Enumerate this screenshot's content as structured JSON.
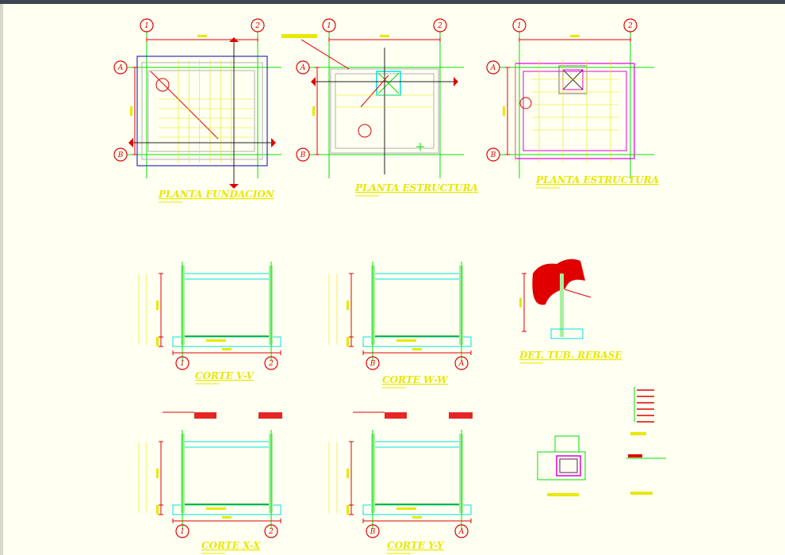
{
  "colors": {
    "background": "#fffff2",
    "axis": "#e00000",
    "grid": "#00e000",
    "concrete": "#00e0e0",
    "text": "#e8e800",
    "outline": "#3030c0",
    "magenta": "#e000e0",
    "hatch": "#e00000"
  },
  "views": [
    {
      "title": "PLANTA FUNDACION",
      "type": "plan",
      "bubbles": [
        "1",
        "2",
        "A",
        "B"
      ]
    },
    {
      "title": "PLANTA ESTRUCTURA",
      "type": "plan",
      "bubbles": [
        "1",
        "2",
        "A",
        "B"
      ]
    },
    {
      "title": "PLANTA ESTRUCTURA",
      "type": "plan",
      "bubbles": [
        "1",
        "2",
        "A",
        "B"
      ]
    },
    {
      "title": "CORTE V-V",
      "type": "section",
      "bubbles": [
        "1",
        "2"
      ]
    },
    {
      "title": "CORTE W-W",
      "type": "section",
      "bubbles": [
        "B",
        "A"
      ]
    },
    {
      "title": "DET. TUB. REBASE",
      "type": "detail"
    },
    {
      "title": "CORTE X-X",
      "type": "section",
      "bubbles": [
        "1",
        "2"
      ]
    },
    {
      "title": "CORTE Y-Y",
      "type": "section",
      "bubbles": [
        "B",
        "A"
      ]
    }
  ]
}
